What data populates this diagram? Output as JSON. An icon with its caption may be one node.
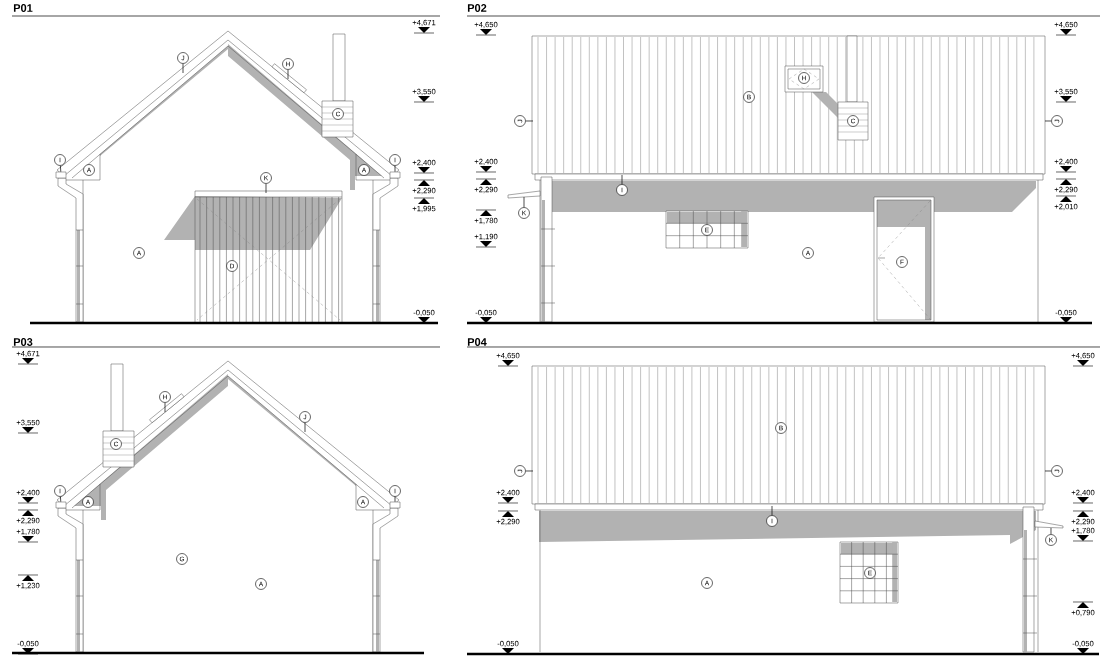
{
  "diagram": {
    "nodes": [
      {
        "text": [
          "J"
        ]
      },
      {
        "text": [
          "H"
        ]
      },
      {
        "text": [
          "C"
        ]
      },
      {
        "text": [
          "I"
        ]
      },
      {
        "text": [
          "A"
        ]
      },
      {
        "text": [
          "A"
        ]
      },
      {
        "text": [
          "I"
        ]
      },
      {
        "text": [
          "K"
        ]
      },
      {
        "text": [
          "A"
        ]
      },
      {
        "text": [
          "D"
        ]
      },
      {
        "text": [
          "H"
        ]
      },
      {
        "text": [
          "B"
        ]
      },
      {
        "text": [
          "J"
        ]
      },
      {
        "text": [
          "C"
        ]
      },
      {
        "text": [
          "J"
        ]
      },
      {
        "text": [
          "I"
        ]
      },
      {
        "text": [
          "K"
        ]
      },
      {
        "text": [
          "E"
        ]
      },
      {
        "text": [
          "A"
        ]
      },
      {
        "text": [
          "F"
        ]
      },
      {
        "text": [
          "H"
        ]
      },
      {
        "text": [
          "C"
        ]
      },
      {
        "text": [
          "J"
        ]
      },
      {
        "text": [
          "I"
        ]
      },
      {
        "text": [
          "A"
        ]
      },
      {
        "text": [
          "A"
        ]
      },
      {
        "text": [
          "I"
        ]
      },
      {
        "text": [
          "G"
        ]
      },
      {
        "text": [
          "A"
        ]
      },
      {
        "text": [
          "B"
        ]
      },
      {
        "text": [
          "J"
        ]
      },
      {
        "text": [
          "J"
        ]
      },
      {
        "text": [
          "I"
        ]
      },
      {
        "text": [
          "K"
        ]
      },
      {
        "text": [
          "E"
        ]
      },
      {
        "text": [
          "A"
        ]
      },
      {
        "text": [],
        "shape": "box"
      },
      {
        "text": [],
        "shape": "box"
      },
      {
        "text": [],
        "shape": "box"
      },
      {
        "text": [],
        "shape": "box"
      }
    ],
    "edges": [
      {
        "from": 0,
        "to": null,
        "arrow": "none"
      },
      {
        "from": 1,
        "to": null,
        "arrow": "none"
      },
      {
        "from": 3,
        "to": 36,
        "arrow": "none"
      },
      {
        "from": 6,
        "to": 37,
        "arrow": "none"
      },
      {
        "from": 7,
        "to": null,
        "arrow": "none"
      },
      {
        "from": 12,
        "to": null,
        "arrow": "none"
      },
      {
        "from": 14,
        "to": null,
        "arrow": "none"
      },
      {
        "from": 15,
        "to": null,
        "arrow": "none"
      },
      {
        "from": 16,
        "to": null,
        "arrow": "none"
      },
      {
        "from": 20,
        "to": null,
        "arrow": "none"
      },
      {
        "from": 22,
        "to": null,
        "arrow": "none"
      },
      {
        "from": 23,
        "to": 38,
        "arrow": "none"
      },
      {
        "from": 26,
        "to": 39,
        "arrow": "none"
      },
      {
        "from": 30,
        "to": null,
        "arrow": "none"
      },
      {
        "from": 31,
        "to": null,
        "arrow": "none"
      },
      {
        "from": 32,
        "to": null,
        "arrow": "none"
      },
      {
        "from": 33,
        "to": null,
        "arrow": "none"
      }
    ],
    "labels": [
      "P01",
      "+4,671",
      "+3,550",
      "+2,400",
      "+2,290",
      "+1,995",
      "-0,050",
      "P02",
      "+4,650",
      "+2,400",
      "+2,290",
      "+1,780",
      "+1,190",
      "-0,050",
      "+4,650",
      "+3,550",
      "+2,400",
      "+2,290",
      "+2,010",
      "-0,050",
      "P03",
      "+4,671",
      "+3,550",
      "+2,400",
      "+2,290",
      "+1,780",
      "+1,230",
      "-0,050",
      "P04",
      "+4,650",
      "+2,400",
      "+2,290",
      "-0,050",
      "+4,650",
      "+2,400",
      "+2,290",
      "+1,780",
      "+0,790",
      "-0,050"
    ]
  }
}
